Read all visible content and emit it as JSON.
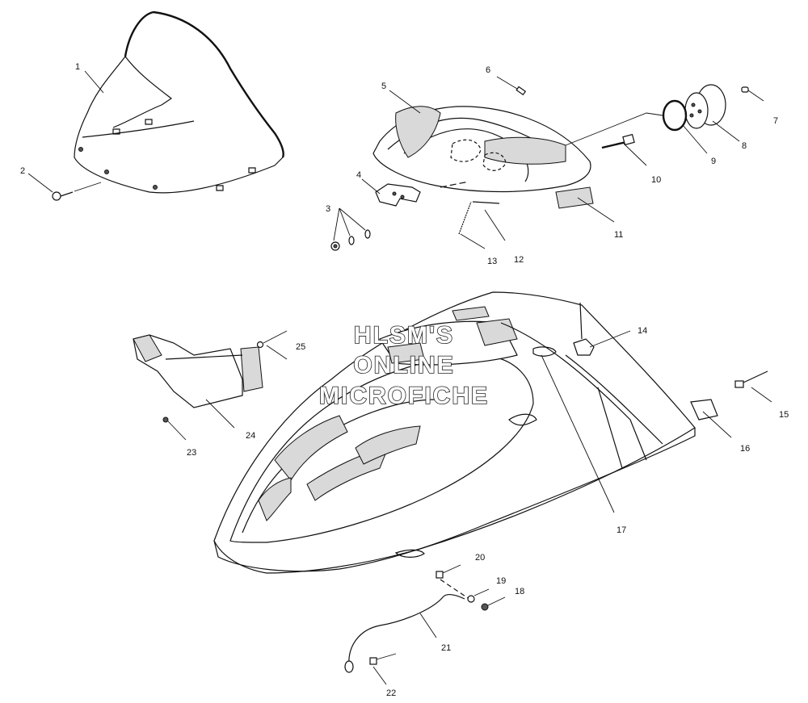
{
  "watermark": {
    "line1": "HLSM'S",
    "line2": "ONLINE",
    "line3": "MICROFICHE"
  },
  "part_numbers": [
    "1",
    "2",
    "3",
    "4",
    "5",
    "6",
    "7",
    "8",
    "9",
    "10",
    "11",
    "12",
    "13",
    "14",
    "15",
    "16",
    "17",
    "18",
    "19",
    "20",
    "21",
    "22",
    "23",
    "24",
    "25"
  ]
}
